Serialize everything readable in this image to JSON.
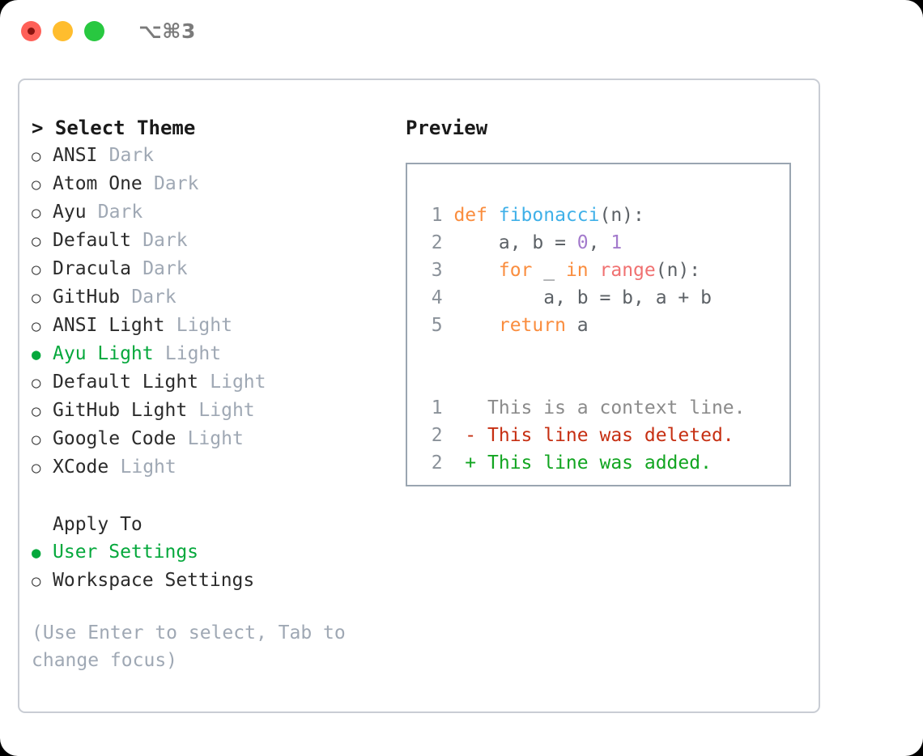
{
  "window": {
    "shortcut": "⌥⌘3",
    "traffic_lights": [
      {
        "name": "close",
        "color": "#FF6058"
      },
      {
        "name": "minimize",
        "color": "#FFBD2E"
      },
      {
        "name": "maximize",
        "color": "#28C840"
      }
    ]
  },
  "accent": {
    "selected_green": "#05A83C",
    "muted_gray": "#9FA8B4",
    "border_gray": "#C9CDD4",
    "preview_border": "#9AA5B1"
  },
  "theme_picker": {
    "title": "> Select Theme",
    "options": [
      {
        "marker": "○",
        "label": "ANSI",
        "variant": "Dark",
        "selected": false
      },
      {
        "marker": "○",
        "label": "Atom One",
        "variant": "Dark",
        "selected": false
      },
      {
        "marker": "○",
        "label": "Ayu",
        "variant": "Dark",
        "selected": false
      },
      {
        "marker": "○",
        "label": "Default",
        "variant": "Dark",
        "selected": false
      },
      {
        "marker": "○",
        "label": "Dracula",
        "variant": "Dark",
        "selected": false
      },
      {
        "marker": "○",
        "label": "GitHub",
        "variant": "Dark",
        "selected": false
      },
      {
        "marker": "○",
        "label": "ANSI Light",
        "variant": "Light",
        "selected": false
      },
      {
        "marker": "●",
        "label": "Ayu Light",
        "variant": "Light",
        "selected": true
      },
      {
        "marker": "○",
        "label": "Default Light",
        "variant": "Light",
        "selected": false
      },
      {
        "marker": "○",
        "label": "GitHub Light",
        "variant": "Light",
        "selected": false
      },
      {
        "marker": "○",
        "label": "Google Code",
        "variant": "Light",
        "selected": false
      },
      {
        "marker": "○",
        "label": "XCode",
        "variant": "Light",
        "selected": false
      }
    ]
  },
  "apply_to": {
    "title": "Apply To",
    "options": [
      {
        "marker": "●",
        "label": "User Settings",
        "selected": true
      },
      {
        "marker": "○",
        "label": "Workspace Settings",
        "selected": false
      }
    ]
  },
  "hint": "(Use Enter to select, Tab to change focus)",
  "preview": {
    "title": "Preview",
    "code_lines": [
      {
        "no": "1",
        "tokens": [
          {
            "t": "def ",
            "c": "kw"
          },
          {
            "t": "fibonacci",
            "c": "fn"
          },
          {
            "t": "(n):",
            "c": "plain"
          }
        ]
      },
      {
        "no": "2",
        "tokens": [
          {
            "t": "    a, b = ",
            "c": "plain"
          },
          {
            "t": "0",
            "c": "num"
          },
          {
            "t": ", ",
            "c": "plain"
          },
          {
            "t": "1",
            "c": "num"
          }
        ]
      },
      {
        "no": "3",
        "tokens": [
          {
            "t": "    ",
            "c": "plain"
          },
          {
            "t": "for",
            "c": "kw"
          },
          {
            "t": " _ ",
            "c": "plain"
          },
          {
            "t": "in",
            "c": "kw"
          },
          {
            "t": " ",
            "c": "plain"
          },
          {
            "t": "range",
            "c": "bi"
          },
          {
            "t": "(n):",
            "c": "plain"
          }
        ]
      },
      {
        "no": "4",
        "tokens": [
          {
            "t": "        a, b = b, a + b",
            "c": "plain"
          }
        ]
      },
      {
        "no": "5",
        "tokens": [
          {
            "t": "    ",
            "c": "plain"
          },
          {
            "t": "return",
            "c": "kw"
          },
          {
            "t": " a",
            "c": "plain"
          }
        ]
      }
    ],
    "diff_lines": [
      {
        "no": "1",
        "marker": " ",
        "text": " This is a context line.",
        "kind": "ctx"
      },
      {
        "no": "2",
        "marker": "-",
        "text": " This line was deleted.",
        "kind": "del"
      },
      {
        "no": "2",
        "marker": "+",
        "text": " This line was added.",
        "kind": "add"
      }
    ]
  }
}
